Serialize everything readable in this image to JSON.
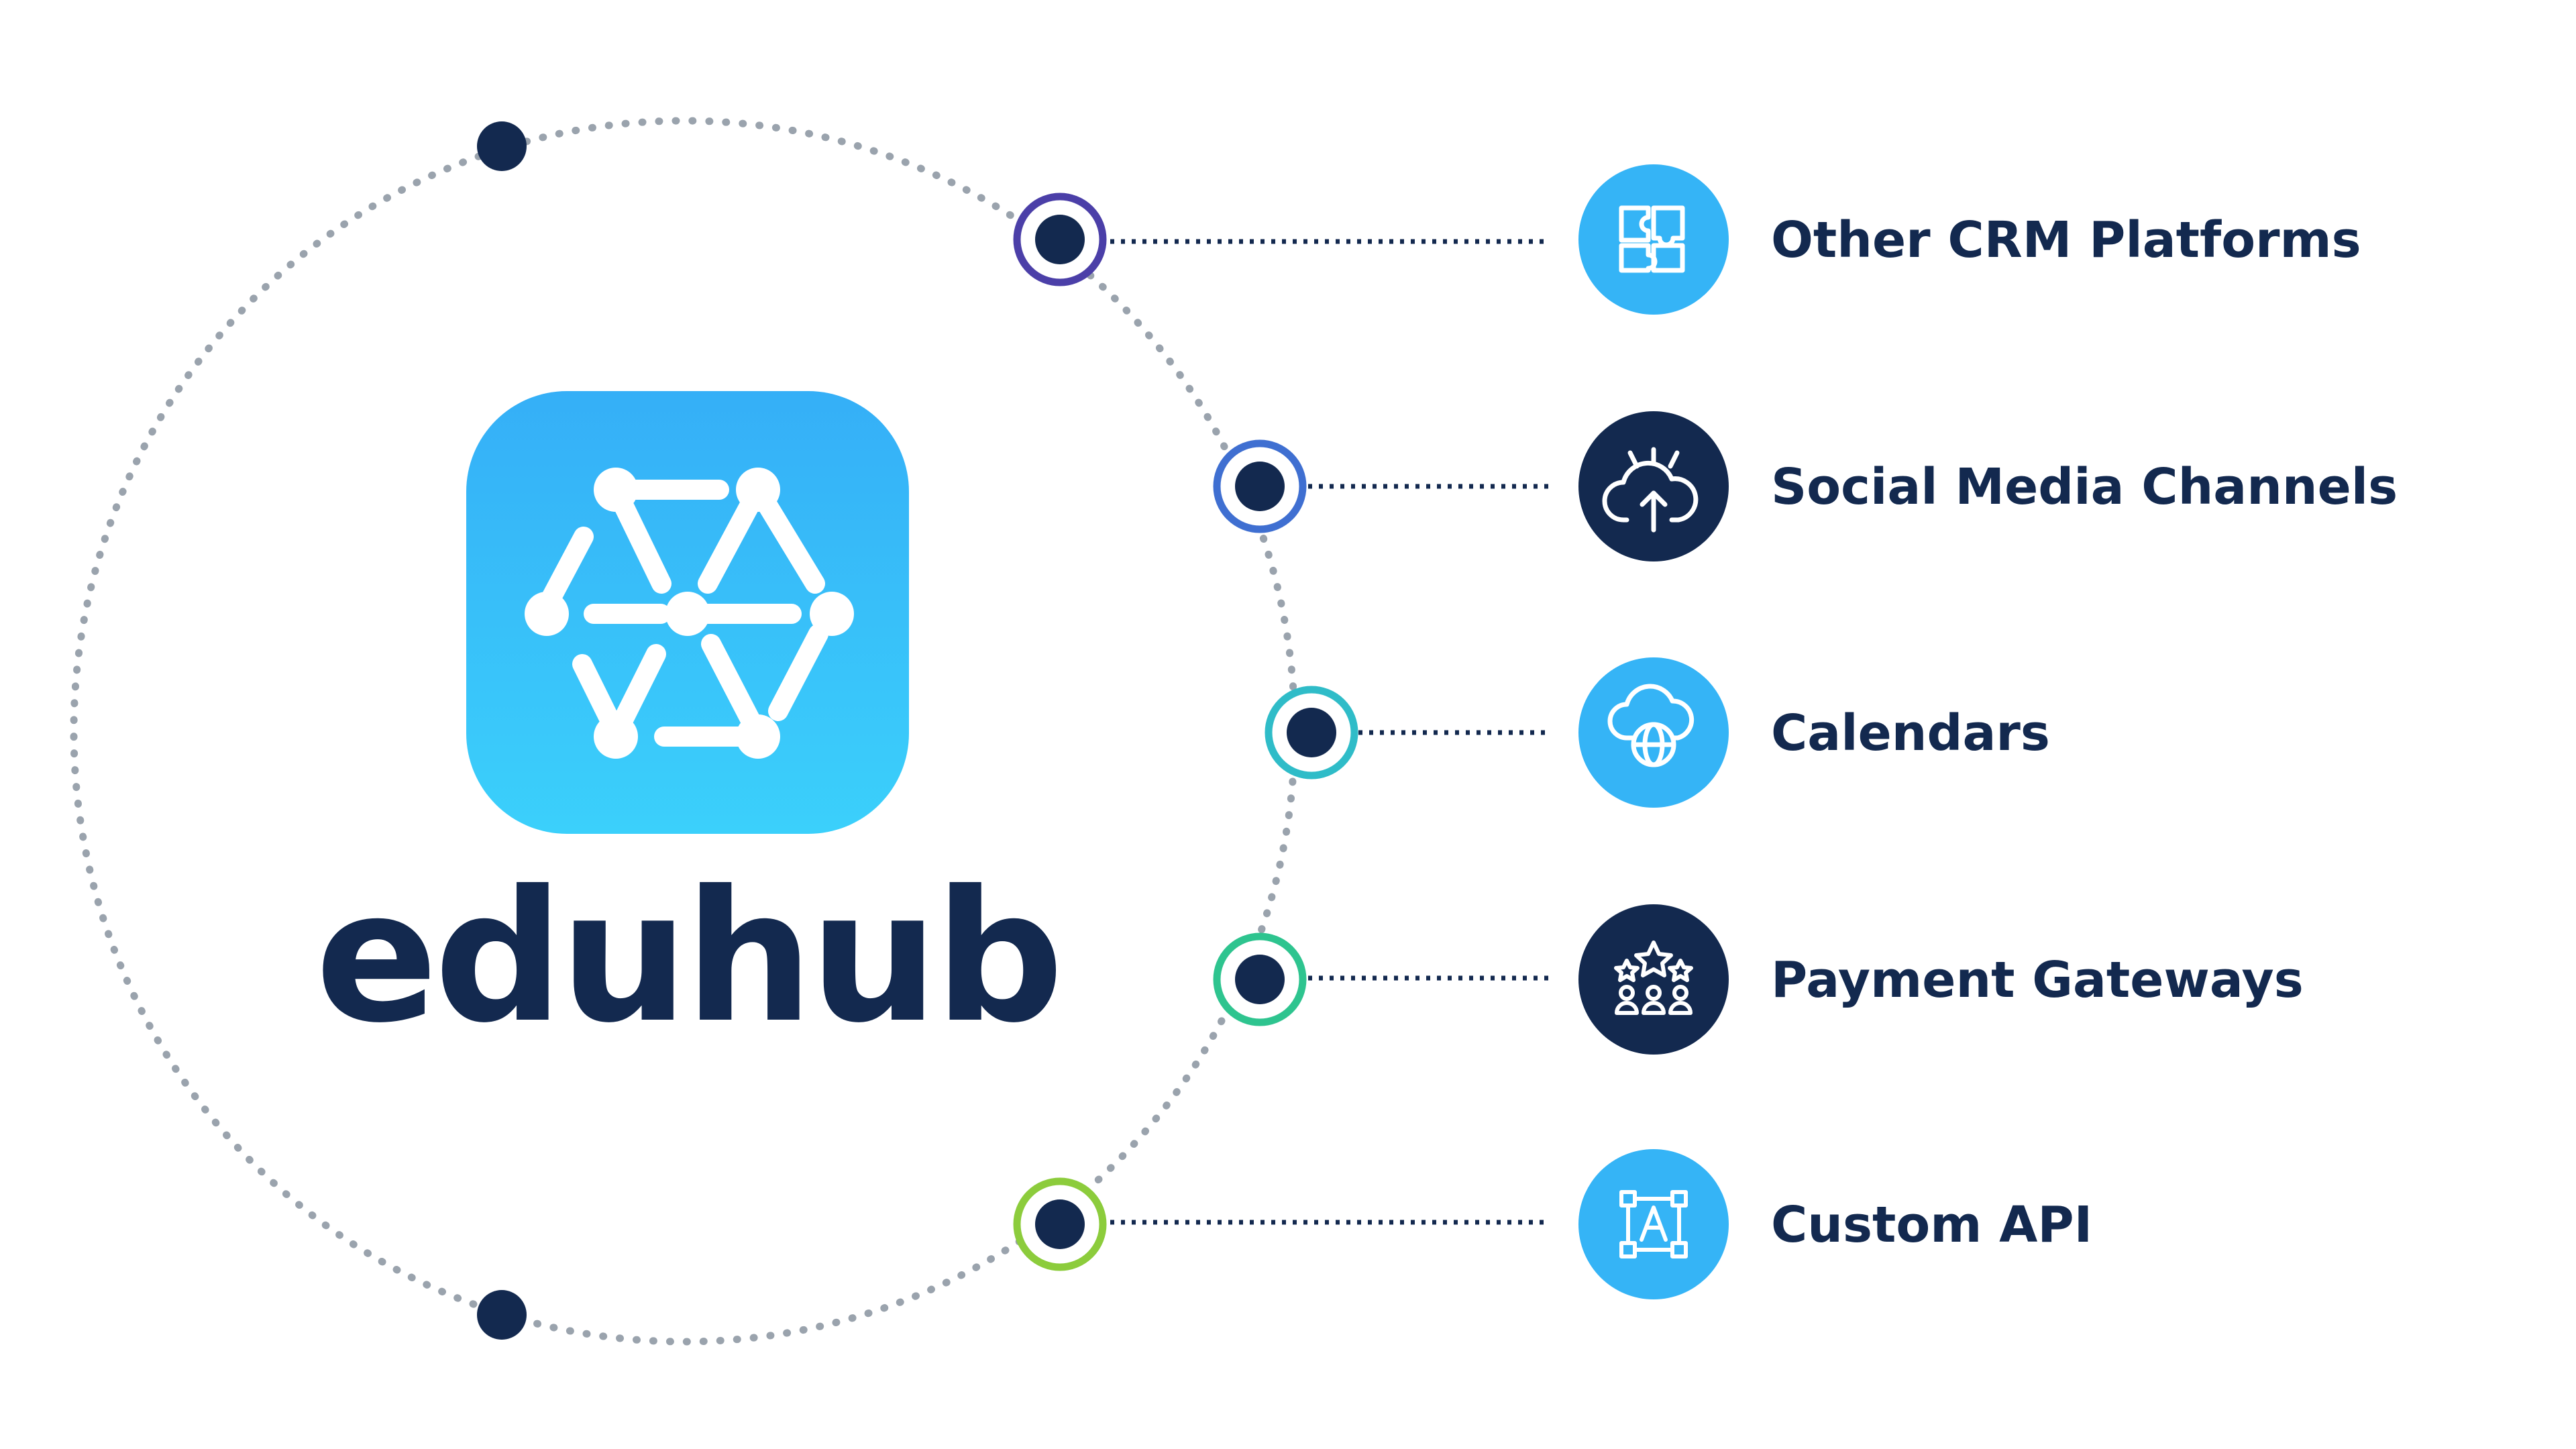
{
  "brand": {
    "name": "eduhub",
    "icon": "network-hub-icon"
  },
  "colors": {
    "navy": "#13294f",
    "blue": "#35b4f6",
    "orbit": "#9aa3ad",
    "logo_top": "#35aff7",
    "logo_bottom": "#3bd0fb"
  },
  "integrations": [
    {
      "label": "Other CRM Platforms",
      "icon": "puzzle-icon",
      "ring_color": "#4b3fa8",
      "circle_color": "#35b4f6"
    },
    {
      "label": "Social Media Channels",
      "icon": "cloud-upload-icon",
      "ring_color": "#3f6fd1",
      "circle_color": "#13294f"
    },
    {
      "label": "Calendars",
      "icon": "cloud-globe-icon",
      "ring_color": "#2fbcc8",
      "circle_color": "#35b4f6"
    },
    {
      "label": "Payment Gateways",
      "icon": "star-rating-users-icon",
      "ring_color": "#2ec48f",
      "circle_color": "#13294f"
    },
    {
      "label": "Custom API",
      "icon": "api-frame-icon",
      "ring_color": "#8ccc3c",
      "circle_color": "#35b4f6"
    }
  ]
}
